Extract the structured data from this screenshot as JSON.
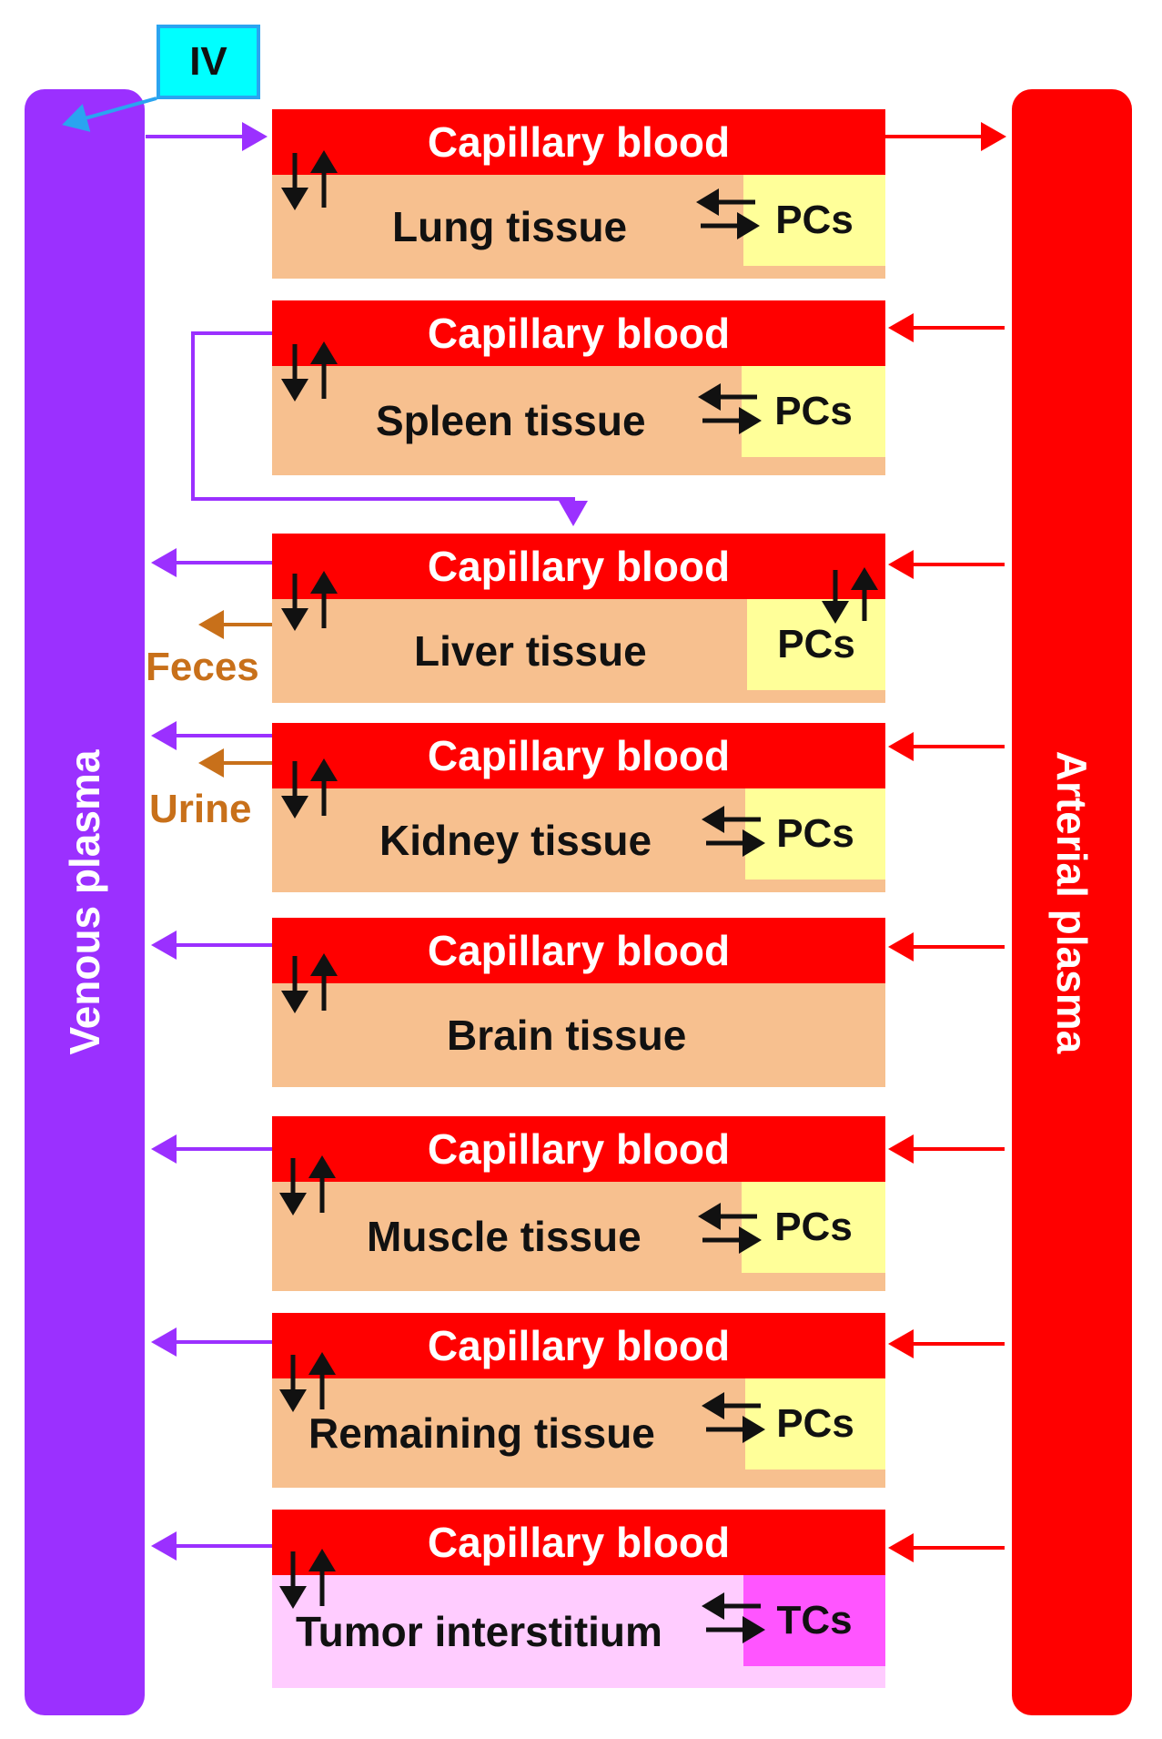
{
  "iv_label": "IV",
  "venous_label": "Venous plasma",
  "arterial_label": "Arterial plasma",
  "feces_label": "Feces",
  "urine_label": "Urine",
  "colors": {
    "venous": "#9b30ff",
    "arterial": "#ff0000",
    "capillary": "#ff0000",
    "tissue": "#f7c08f",
    "cell": "#ffff99",
    "tumor_interstitium": "#ffccff",
    "tumor_cell": "#ff55ff",
    "excretion": "#c8701a",
    "iv_fill": "#00ffff",
    "iv_arrow": "#2aa4f0"
  },
  "compartments": [
    {
      "id": "lung",
      "capillary": "Capillary blood",
      "tissue": "Lung tissue",
      "cell": "PCs"
    },
    {
      "id": "spleen",
      "capillary": "Capillary blood",
      "tissue": "Spleen tissue",
      "cell": "PCs"
    },
    {
      "id": "liver",
      "capillary": "Capillary blood",
      "tissue": "Liver tissue",
      "cell": "PCs"
    },
    {
      "id": "kidney",
      "capillary": "Capillary blood",
      "tissue": "Kidney tissue",
      "cell": "PCs"
    },
    {
      "id": "brain",
      "capillary": "Capillary blood",
      "tissue": "Brain tissue",
      "cell": ""
    },
    {
      "id": "muscle",
      "capillary": "Capillary blood",
      "tissue": "Muscle tissue",
      "cell": "PCs"
    },
    {
      "id": "remaining",
      "capillary": "Capillary blood",
      "tissue": "Remaining tissue",
      "cell": "PCs"
    },
    {
      "id": "tumor",
      "capillary": "Capillary blood",
      "tissue": "Tumor interstitium",
      "cell": "TCs"
    }
  ]
}
